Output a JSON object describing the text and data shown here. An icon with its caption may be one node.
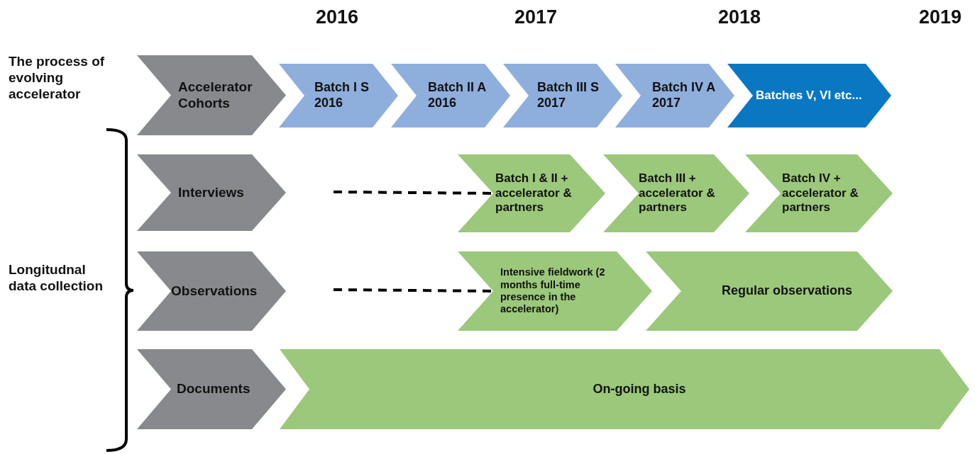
{
  "diagram": {
    "nodes": [
      {
        "text": [
          "Accelerator Cohorts"
        ]
      },
      {
        "text": [
          "Batch I S 2016"
        ]
      },
      {
        "text": [
          "Batch II A 2016"
        ]
      },
      {
        "text": [
          "Batch III S 2017"
        ]
      },
      {
        "text": [
          "Batch IV A 2017"
        ]
      },
      {
        "text": [
          "Batches V, VI etc..."
        ]
      },
      {
        "text": [
          "Interviews"
        ]
      },
      {
        "text": [
          "Batch I & II + accelerator & partners"
        ]
      },
      {
        "text": [
          "Batch III + accelerator & partners"
        ]
      },
      {
        "text": [
          "Batch IV + accelerator & partners"
        ]
      },
      {
        "text": [
          "Observations"
        ]
      },
      {
        "text": [
          "Intensive fieldwork (2 months full-time presence in the accelerator)"
        ]
      },
      {
        "text": [
          "Regular observations"
        ]
      },
      {
        "text": [
          "Documents"
        ]
      },
      {
        "text": [
          "On-going basis"
        ]
      }
    ],
    "edges": [
      {
        "from": null,
        "to": 7,
        "arrow": "none",
        "style": "dashed"
      },
      {
        "from": null,
        "to": 11,
        "arrow": "none",
        "style": "dashed"
      }
    ],
    "labels": [
      "2016",
      "2017",
      "2018",
      "2019",
      "The process of evolving accelerator",
      "Longitudnal data collection"
    ]
  }
}
